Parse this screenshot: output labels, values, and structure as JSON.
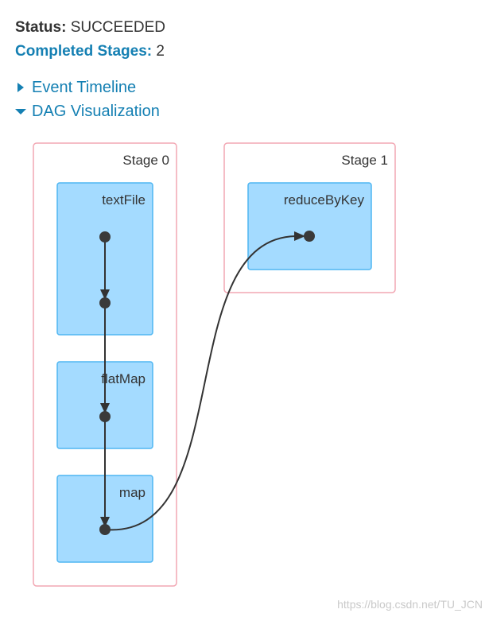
{
  "summary": {
    "status_label": "Status:",
    "status_value": "SUCCEEDED",
    "completed_label": "Completed Stages:",
    "completed_value": "2"
  },
  "toggles": {
    "event_timeline": "Event Timeline",
    "dag_visualization": "DAG Visualization"
  },
  "dag": {
    "stages": [
      {
        "label": "Stage 0",
        "operations": [
          "textFile",
          "flatMap",
          "map"
        ]
      },
      {
        "label": "Stage 1",
        "operations": [
          "reduceByKey"
        ]
      }
    ]
  },
  "colors": {
    "link": "#1580b3",
    "stage_border": "#f2a7b3",
    "op_fill": "#a4dbff",
    "op_border": "#4fb6f2",
    "node": "#3a3a3a"
  },
  "watermark": "https://blog.csdn.net/TU_JCN"
}
